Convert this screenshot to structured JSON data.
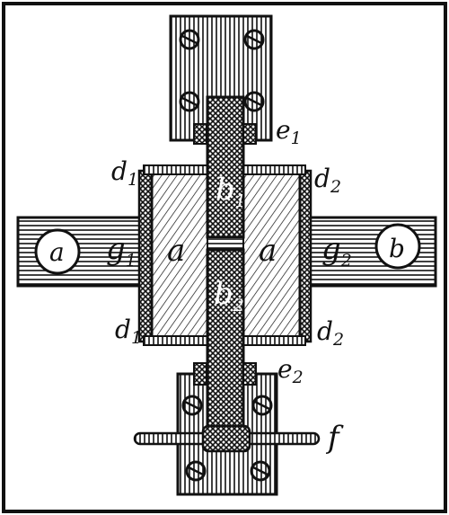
{
  "figure": {
    "labels": {
      "a_left": "a",
      "a_right": "a",
      "b1_base": "b",
      "b1_sub": "1",
      "b2_base": "b",
      "b2_sub": "2",
      "d1_top_base": "d",
      "d1_top_sub": "1",
      "d2_top_base": "d",
      "d2_top_sub": "2",
      "d1_bottom_base": "d",
      "d1_bottom_sub": "1",
      "d2_bottom_base": "d",
      "d2_bottom_sub": "2",
      "e1_base": "e",
      "e1_sub": "1",
      "e2_base": "e",
      "e2_sub": "2",
      "g1_base": "g",
      "g1_sub": "1",
      "g2_base": "g",
      "g2_sub": "2",
      "f": "f",
      "circle_left": "a",
      "circle_right": "b"
    },
    "colors": {
      "ink": "#111111",
      "paper": "#ffffff"
    }
  }
}
